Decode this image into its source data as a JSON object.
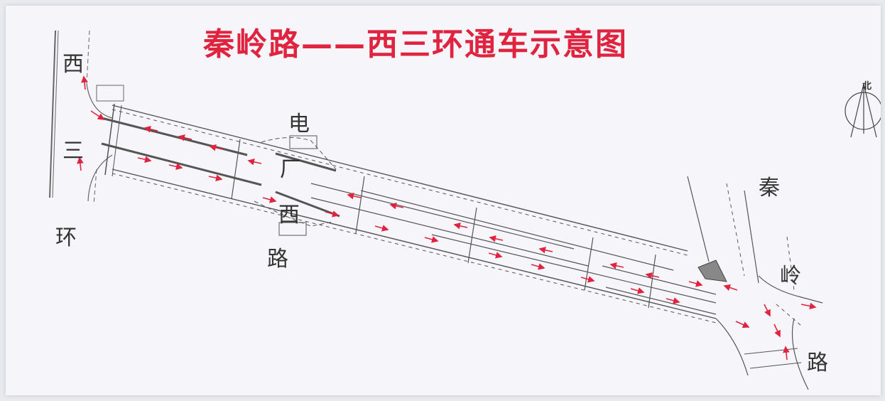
{
  "title": "秦岭路——西三环通车示意图",
  "north_label": "北",
  "roads": {
    "west_third_ring": [
      "西",
      "三",
      "环"
    ],
    "dianchang_west_road": [
      "电",
      "厂",
      "西",
      "路"
    ],
    "qinling_road": [
      "秦",
      "岭",
      "路"
    ]
  },
  "colors": {
    "title": "#e0233e",
    "arrows": "#e0233e",
    "road_lines": "#555555",
    "background": "#f6f6fa"
  }
}
